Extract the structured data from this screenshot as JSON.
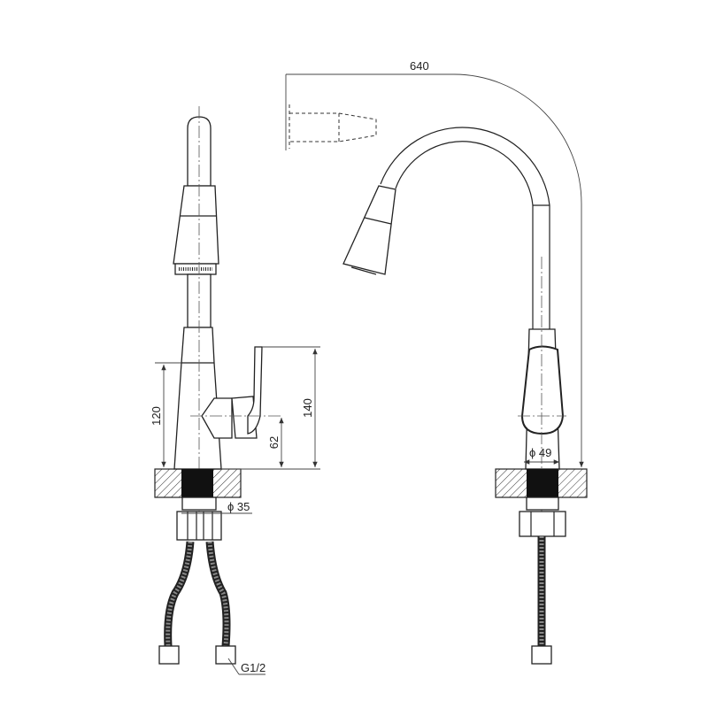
{
  "dimensions": {
    "reach": "640",
    "body_height": "120",
    "handle_height": "140",
    "handle_axis_height": "62",
    "shank_diameter": "ϕ 35",
    "body_diameter": "ϕ 49",
    "connection_thread": "G1/2"
  },
  "colors": {
    "line": "#222222",
    "background": "#ffffff"
  }
}
